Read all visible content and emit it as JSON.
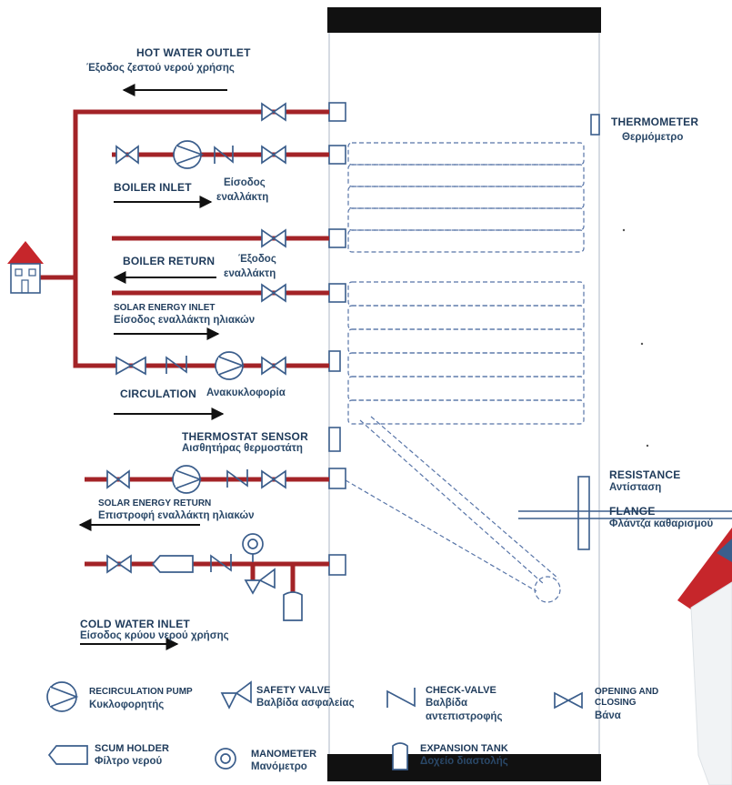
{
  "colors": {
    "pipe": "#a32327",
    "outline": "#3b5e8c",
    "text": "#1e3a5a",
    "tank_cap": "#111111",
    "roof": "#c6262b"
  },
  "labels": {
    "hot_water_outlet": {
      "en": "HOT WATER OUTLET",
      "gr": "Έξοδος ζεστού νερού χρήσης"
    },
    "boiler_inlet": {
      "en": "BOILER INLET",
      "gr1": "Είσοδος",
      "gr2": "εναλλάκτη"
    },
    "boiler_return": {
      "en": "BOILER RETURN",
      "gr1": "Έξοδος",
      "gr2": "εναλλάκτη"
    },
    "solar_energy_inlet": {
      "en": "SOLAR ENERGY INLET",
      "gr": "Είσοδος εναλλάκτη ηλιακών"
    },
    "circulation": {
      "en": "CIRCULATION",
      "gr": "Ανακυκλοφορία"
    },
    "thermostat_sensor": {
      "en": "THERMOSTAT SENSOR",
      "gr": "Αισθητήρας θερμοστάτη"
    },
    "solar_energy_return": {
      "en": "SOLAR ENERGY RETURN",
      "gr": "Επιστροφή εναλλάκτη ηλιακών"
    },
    "cold_water_inlet": {
      "en": "COLD WATER INLET",
      "gr": "Είσοδος κρύου νερού χρήσης"
    },
    "thermometer": {
      "en": "THERMOMETER",
      "gr": "Θερμόμετρο"
    },
    "resistance": {
      "en": "RESISTANCE",
      "gr": "Αντίσταση"
    },
    "flange": {
      "en": "FLANGE",
      "gr": "Φλάντζα καθαρισμού"
    }
  },
  "legend": {
    "recirculation_pump": {
      "en": "RECIRCULATION PUMP",
      "gr": "Κυκλοφορητής"
    },
    "safety_valve": {
      "en": "SAFETY VALVE",
      "gr": "Βαλβίδα ασφαλείας"
    },
    "check_valve": {
      "en": "CHECK-VALVE",
      "gr1": "Βαλβίδα",
      "gr2": "αντεπιστροφής"
    },
    "opening_closing": {
      "en1": "OPENING AND",
      "en2": "CLOSING",
      "gr": "Βάνα"
    },
    "scum_holder": {
      "en": "SCUM HOLDER",
      "gr": "Φίλτρο νερού"
    },
    "manometer": {
      "en": "MANOMETER",
      "gr": "Μανόμετρο"
    },
    "expansion_tank": {
      "en": "EXPANSION TANK",
      "gr": "Δοχείο διαστολής"
    }
  }
}
